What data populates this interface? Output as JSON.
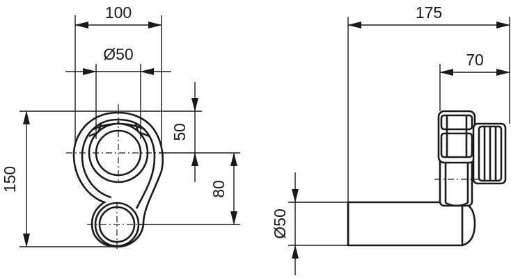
{
  "front_view": {
    "width_dim": "100",
    "diameter_dim": "Ø50",
    "height_dim": "150",
    "upper_offset_dim": "50",
    "lower_offset_dim": "80"
  },
  "side_view": {
    "depth_dim": "175",
    "connector_dim": "70",
    "outlet_diameter_dim": "Ø50"
  },
  "colors": {
    "line": "#1a1a1a",
    "background": "#ffffff"
  }
}
